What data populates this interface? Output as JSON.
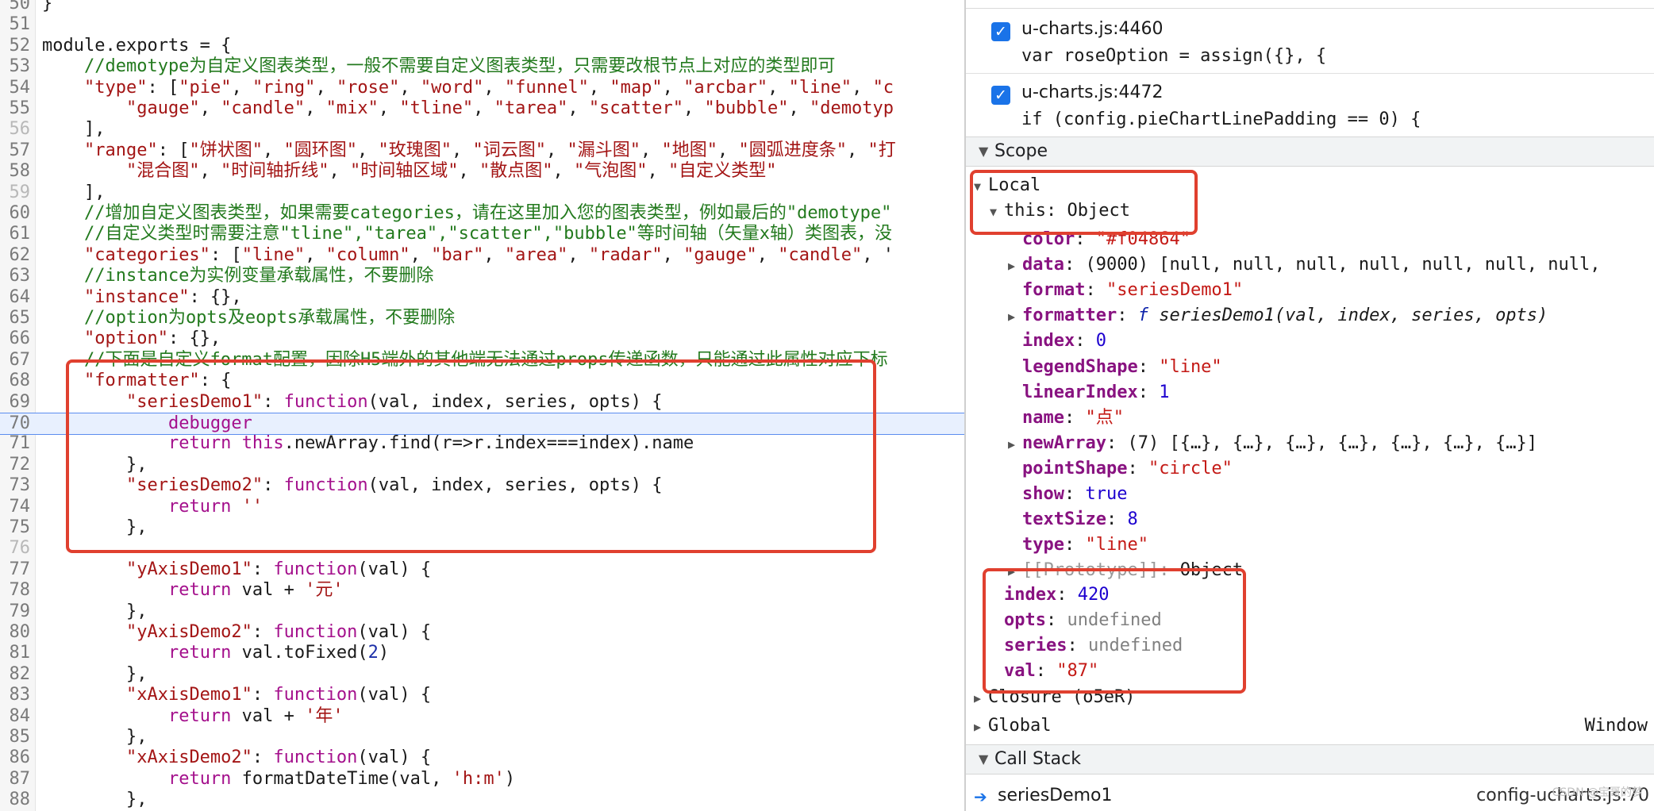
{
  "editor": {
    "lines": [
      {
        "n": "50",
        "tokens": [
          {
            "t": "}",
            "c": "plain"
          }
        ]
      },
      {
        "n": "51",
        "tokens": []
      },
      {
        "n": "52",
        "tokens": [
          {
            "t": "module.exports = {",
            "c": "plain"
          }
        ]
      },
      {
        "n": "53",
        "tokens": [
          {
            "t": "    //demotype为自定义图表类型，一般不需要自定义图表类型，只需要改根节点上对应的类型即可",
            "c": "comment"
          }
        ]
      },
      {
        "n": "54",
        "tokens": [
          {
            "t": "    ",
            "c": "plain"
          },
          {
            "t": "\"type\"",
            "c": "key"
          },
          {
            "t": ": [",
            "c": "plain"
          },
          {
            "t": "\"pie\"",
            "c": "string"
          },
          {
            "t": ", ",
            "c": "plain"
          },
          {
            "t": "\"ring\"",
            "c": "string"
          },
          {
            "t": ", ",
            "c": "plain"
          },
          {
            "t": "\"rose\"",
            "c": "string"
          },
          {
            "t": ", ",
            "c": "plain"
          },
          {
            "t": "\"word\"",
            "c": "string"
          },
          {
            "t": ", ",
            "c": "plain"
          },
          {
            "t": "\"funnel\"",
            "c": "string"
          },
          {
            "t": ", ",
            "c": "plain"
          },
          {
            "t": "\"map\"",
            "c": "string"
          },
          {
            "t": ", ",
            "c": "plain"
          },
          {
            "t": "\"arcbar\"",
            "c": "string"
          },
          {
            "t": ", ",
            "c": "plain"
          },
          {
            "t": "\"line\"",
            "c": "string"
          },
          {
            "t": ", ",
            "c": "plain"
          },
          {
            "t": "\"c",
            "c": "string"
          }
        ]
      },
      {
        "n": "55",
        "tokens": [
          {
            "t": "        ",
            "c": "plain"
          },
          {
            "t": "\"gauge\"",
            "c": "string"
          },
          {
            "t": ", ",
            "c": "plain"
          },
          {
            "t": "\"candle\"",
            "c": "string"
          },
          {
            "t": ", ",
            "c": "plain"
          },
          {
            "t": "\"mix\"",
            "c": "string"
          },
          {
            "t": ", ",
            "c": "plain"
          },
          {
            "t": "\"tline\"",
            "c": "string"
          },
          {
            "t": ", ",
            "c": "plain"
          },
          {
            "t": "\"tarea\"",
            "c": "string"
          },
          {
            "t": ", ",
            "c": "plain"
          },
          {
            "t": "\"scatter\"",
            "c": "string"
          },
          {
            "t": ", ",
            "c": "plain"
          },
          {
            "t": "\"bubble\"",
            "c": "string"
          },
          {
            "t": ", ",
            "c": "plain"
          },
          {
            "t": "\"demotyp",
            "c": "string"
          }
        ]
      },
      {
        "n": "56",
        "dim": true,
        "tokens": [
          {
            "t": "    ],",
            "c": "plain"
          }
        ]
      },
      {
        "n": "57",
        "tokens": [
          {
            "t": "    ",
            "c": "plain"
          },
          {
            "t": "\"range\"",
            "c": "key"
          },
          {
            "t": ": [",
            "c": "plain"
          },
          {
            "t": "\"饼状图\"",
            "c": "string"
          },
          {
            "t": ", ",
            "c": "plain"
          },
          {
            "t": "\"圆环图\"",
            "c": "string"
          },
          {
            "t": ", ",
            "c": "plain"
          },
          {
            "t": "\"玫瑰图\"",
            "c": "string"
          },
          {
            "t": ", ",
            "c": "plain"
          },
          {
            "t": "\"词云图\"",
            "c": "string"
          },
          {
            "t": ", ",
            "c": "plain"
          },
          {
            "t": "\"漏斗图\"",
            "c": "string"
          },
          {
            "t": ", ",
            "c": "plain"
          },
          {
            "t": "\"地图\"",
            "c": "string"
          },
          {
            "t": ", ",
            "c": "plain"
          },
          {
            "t": "\"圆弧进度条\"",
            "c": "string"
          },
          {
            "t": ", ",
            "c": "plain"
          },
          {
            "t": "\"打",
            "c": "string"
          }
        ]
      },
      {
        "n": "58",
        "tokens": [
          {
            "t": "        ",
            "c": "plain"
          },
          {
            "t": "\"混合图\"",
            "c": "string"
          },
          {
            "t": ", ",
            "c": "plain"
          },
          {
            "t": "\"时间轴折线\"",
            "c": "string"
          },
          {
            "t": ", ",
            "c": "plain"
          },
          {
            "t": "\"时间轴区域\"",
            "c": "string"
          },
          {
            "t": ", ",
            "c": "plain"
          },
          {
            "t": "\"散点图\"",
            "c": "string"
          },
          {
            "t": ", ",
            "c": "plain"
          },
          {
            "t": "\"气泡图\"",
            "c": "string"
          },
          {
            "t": ", ",
            "c": "plain"
          },
          {
            "t": "\"自定义类型\"",
            "c": "string"
          }
        ]
      },
      {
        "n": "59",
        "dim": true,
        "tokens": [
          {
            "t": "    ],",
            "c": "plain"
          }
        ]
      },
      {
        "n": "60",
        "tokens": [
          {
            "t": "    //增加自定义图表类型，如果需要categories，请在这里加入您的图表类型，例如最后的\"demotype\"",
            "c": "comment"
          }
        ]
      },
      {
        "n": "61",
        "tokens": [
          {
            "t": "    //自定义类型时需要注意\"tline\",\"tarea\",\"scatter\",\"bubble\"等时间轴（矢量x轴）类图表，没",
            "c": "comment"
          }
        ]
      },
      {
        "n": "62",
        "tokens": [
          {
            "t": "    ",
            "c": "plain"
          },
          {
            "t": "\"categories\"",
            "c": "key"
          },
          {
            "t": ": [",
            "c": "plain"
          },
          {
            "t": "\"line\"",
            "c": "string"
          },
          {
            "t": ", ",
            "c": "plain"
          },
          {
            "t": "\"column\"",
            "c": "string"
          },
          {
            "t": ", ",
            "c": "plain"
          },
          {
            "t": "\"bar\"",
            "c": "string"
          },
          {
            "t": ", ",
            "c": "plain"
          },
          {
            "t": "\"area\"",
            "c": "string"
          },
          {
            "t": ", ",
            "c": "plain"
          },
          {
            "t": "\"radar\"",
            "c": "string"
          },
          {
            "t": ", ",
            "c": "plain"
          },
          {
            "t": "\"gauge\"",
            "c": "string"
          },
          {
            "t": ", ",
            "c": "plain"
          },
          {
            "t": "\"candle\"",
            "c": "string"
          },
          {
            "t": ", '",
            "c": "plain"
          }
        ]
      },
      {
        "n": "63",
        "tokens": [
          {
            "t": "    //instance为实例变量承载属性，不要删除",
            "c": "comment"
          }
        ]
      },
      {
        "n": "64",
        "tokens": [
          {
            "t": "    ",
            "c": "plain"
          },
          {
            "t": "\"instance\"",
            "c": "key"
          },
          {
            "t": ": {},",
            "c": "plain"
          }
        ]
      },
      {
        "n": "65",
        "tokens": [
          {
            "t": "    //option为opts及eopts承载属性，不要删除",
            "c": "comment"
          }
        ]
      },
      {
        "n": "66",
        "tokens": [
          {
            "t": "    ",
            "c": "plain"
          },
          {
            "t": "\"option\"",
            "c": "key"
          },
          {
            "t": ": {},",
            "c": "plain"
          }
        ]
      },
      {
        "n": "67",
        "tokens": [
          {
            "t": "    //下面是自定义format配置，因除H5端外的其他端无法通过props传递函数，只能通过此属性对应下标",
            "c": "comment"
          }
        ]
      },
      {
        "n": "68",
        "tokens": [
          {
            "t": "    ",
            "c": "plain"
          },
          {
            "t": "\"formatter\"",
            "c": "key"
          },
          {
            "t": ": {",
            "c": "plain"
          }
        ]
      },
      {
        "n": "69",
        "tokens": [
          {
            "t": "        ",
            "c": "plain"
          },
          {
            "t": "\"seriesDemo1\"",
            "c": "key"
          },
          {
            "t": ": ",
            "c": "plain"
          },
          {
            "t": "function",
            "c": "kw"
          },
          {
            "t": "(val, index, series, opts) {",
            "c": "plain"
          }
        ]
      },
      {
        "n": "70",
        "current": true,
        "tokens": [
          {
            "t": "            ",
            "c": "plain"
          },
          {
            "t": "debugger",
            "c": "kw"
          }
        ]
      },
      {
        "n": "71",
        "tokens": [
          {
            "t": "            ",
            "c": "plain"
          },
          {
            "t": "return",
            "c": "kw"
          },
          {
            "t": " ",
            "c": "plain"
          },
          {
            "t": "this",
            "c": "kw"
          },
          {
            "t": ".newArray.find(r=>r.index===index).name",
            "c": "plain"
          }
        ]
      },
      {
        "n": "72",
        "tokens": [
          {
            "t": "        },",
            "c": "plain"
          }
        ]
      },
      {
        "n": "73",
        "tokens": [
          {
            "t": "        ",
            "c": "plain"
          },
          {
            "t": "\"seriesDemo2\"",
            "c": "key"
          },
          {
            "t": ": ",
            "c": "plain"
          },
          {
            "t": "function",
            "c": "kw"
          },
          {
            "t": "(val, index, series, opts) {",
            "c": "plain"
          }
        ]
      },
      {
        "n": "74",
        "tokens": [
          {
            "t": "            ",
            "c": "plain"
          },
          {
            "t": "return",
            "c": "kw"
          },
          {
            "t": " ",
            "c": "plain"
          },
          {
            "t": "''",
            "c": "string"
          }
        ]
      },
      {
        "n": "75",
        "tokens": [
          {
            "t": "        },",
            "c": "plain"
          }
        ]
      },
      {
        "n": "76",
        "dim": true,
        "tokens": []
      },
      {
        "n": "77",
        "tokens": [
          {
            "t": "        ",
            "c": "plain"
          },
          {
            "t": "\"yAxisDemo1\"",
            "c": "key"
          },
          {
            "t": ": ",
            "c": "plain"
          },
          {
            "t": "function",
            "c": "kw"
          },
          {
            "t": "(val) {",
            "c": "plain"
          }
        ]
      },
      {
        "n": "78",
        "tokens": [
          {
            "t": "            ",
            "c": "plain"
          },
          {
            "t": "return",
            "c": "kw"
          },
          {
            "t": " val + ",
            "c": "plain"
          },
          {
            "t": "'元'",
            "c": "string"
          }
        ]
      },
      {
        "n": "79",
        "tokens": [
          {
            "t": "        },",
            "c": "plain"
          }
        ]
      },
      {
        "n": "80",
        "tokens": [
          {
            "t": "        ",
            "c": "plain"
          },
          {
            "t": "\"yAxisDemo2\"",
            "c": "key"
          },
          {
            "t": ": ",
            "c": "plain"
          },
          {
            "t": "function",
            "c": "kw"
          },
          {
            "t": "(val) {",
            "c": "plain"
          }
        ]
      },
      {
        "n": "81",
        "tokens": [
          {
            "t": "            ",
            "c": "plain"
          },
          {
            "t": "return",
            "c": "kw"
          },
          {
            "t": " val.toFixed(",
            "c": "plain"
          },
          {
            "t": "2",
            "c": "num"
          },
          {
            "t": ")",
            "c": "plain"
          }
        ]
      },
      {
        "n": "82",
        "tokens": [
          {
            "t": "        },",
            "c": "plain"
          }
        ]
      },
      {
        "n": "83",
        "tokens": [
          {
            "t": "        ",
            "c": "plain"
          },
          {
            "t": "\"xAxisDemo1\"",
            "c": "key"
          },
          {
            "t": ": ",
            "c": "plain"
          },
          {
            "t": "function",
            "c": "kw"
          },
          {
            "t": "(val) {",
            "c": "plain"
          }
        ]
      },
      {
        "n": "84",
        "tokens": [
          {
            "t": "            ",
            "c": "plain"
          },
          {
            "t": "return",
            "c": "kw"
          },
          {
            "t": " val + ",
            "c": "plain"
          },
          {
            "t": "'年'",
            "c": "string"
          }
        ]
      },
      {
        "n": "85",
        "tokens": [
          {
            "t": "        },",
            "c": "plain"
          }
        ]
      },
      {
        "n": "86",
        "tokens": [
          {
            "t": "        ",
            "c": "plain"
          },
          {
            "t": "\"xAxisDemo2\"",
            "c": "key"
          },
          {
            "t": ": ",
            "c": "plain"
          },
          {
            "t": "function",
            "c": "kw"
          },
          {
            "t": "(val) {",
            "c": "plain"
          }
        ]
      },
      {
        "n": "87",
        "tokens": [
          {
            "t": "            ",
            "c": "plain"
          },
          {
            "t": "return",
            "c": "kw"
          },
          {
            "t": " formatDateTime(val, ",
            "c": "plain"
          },
          {
            "t": "'h:m'",
            "c": "string"
          },
          {
            "t": ")",
            "c": "plain"
          }
        ]
      },
      {
        "n": "88",
        "tokens": [
          {
            "t": "        },",
            "c": "plain"
          }
        ]
      }
    ]
  },
  "debugger": {
    "breakpoints": [
      {
        "location": "u-charts.js:4460",
        "code": "var roseOption = assign({}, {"
      },
      {
        "location": "u-charts.js:4472",
        "code": "if (config.pieChartLinePadding == 0) {"
      }
    ],
    "scope_title": "Scope",
    "local_label": "Local",
    "this_label": "this",
    "this_type": "Object",
    "this_props": [
      {
        "name": "color",
        "value": "\"#f04864\"",
        "vtype": "str"
      },
      {
        "name": "data",
        "value": "(9000) [null, null, null, null, null, null, null,",
        "vtype": "obj",
        "expandable": true
      },
      {
        "name": "format",
        "value": "\"seriesDemo1\"",
        "vtype": "str"
      },
      {
        "name": "formatter",
        "value": "f seriesDemo1(val, index, series, opts)",
        "vtype": "fn",
        "expandable": true
      },
      {
        "name": "index",
        "value": "0",
        "vtype": "num"
      },
      {
        "name": "legendShape",
        "value": "\"line\"",
        "vtype": "str"
      },
      {
        "name": "linearIndex",
        "value": "1",
        "vtype": "num"
      },
      {
        "name": "name",
        "value": "\"点\"",
        "vtype": "str"
      },
      {
        "name": "newArray",
        "value": "(7) [{…}, {…}, {…}, {…}, {…}, {…}, {…}]",
        "vtype": "obj",
        "expandable": true
      },
      {
        "name": "pointShape",
        "value": "\"circle\"",
        "vtype": "str"
      },
      {
        "name": "show",
        "value": "true",
        "vtype": "bool"
      },
      {
        "name": "textSize",
        "value": "8",
        "vtype": "num"
      },
      {
        "name": "type",
        "value": "\"line\"",
        "vtype": "str"
      },
      {
        "name": "[[Prototype]]",
        "value": "Object",
        "vtype": "obj",
        "expandable": true,
        "dim": true
      }
    ],
    "locals": [
      {
        "name": "index",
        "value": "420",
        "vtype": "num"
      },
      {
        "name": "opts",
        "value": "undefined",
        "vtype": "undef"
      },
      {
        "name": "series",
        "value": "undefined",
        "vtype": "undef"
      },
      {
        "name": "val",
        "value": "\"87\"",
        "vtype": "str"
      }
    ],
    "closure_label": "Closure (o5eR)",
    "global_label": "Global",
    "global_value": "Window",
    "callstack_title": "Call Stack",
    "callstack": [
      {
        "fn": "seriesDemo1",
        "location": "config-ucharts.js:70"
      }
    ],
    "watermark": "CSDN @宝哥的梦"
  },
  "colors": {
    "highlight_box": "#e0402f",
    "checkbox": "#1a73e8",
    "current_line": "#e8f0fe"
  }
}
